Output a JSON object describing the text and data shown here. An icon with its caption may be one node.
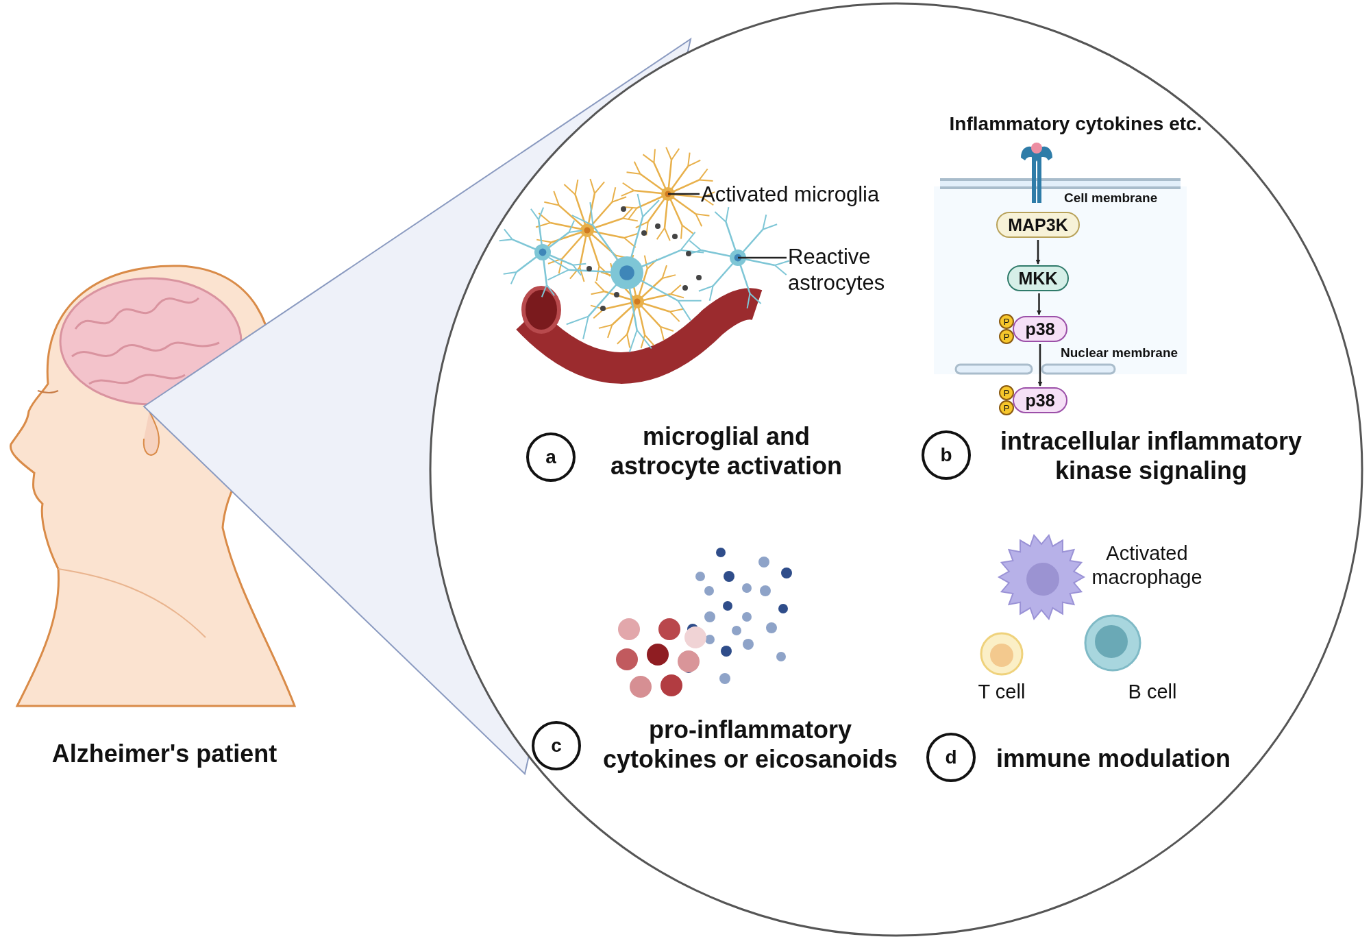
{
  "diagram": {
    "nodes": [
      {
        "text": [
          "Activated microglia"
        ]
      },
      {
        "text": [
          "Reactive astrocytes"
        ]
      },
      {
        "text": [
          "a"
        ]
      },
      {
        "text": [
          "MAP3K"
        ]
      },
      {
        "text": [
          "MKK"
        ]
      },
      {
        "text": [
          "P"
        ]
      },
      {
        "text": [
          "P"
        ]
      },
      {
        "text": [
          "p38"
        ]
      },
      {
        "text": [
          "P"
        ]
      },
      {
        "text": [
          "P"
        ]
      },
      {
        "text": [
          "p38"
        ]
      },
      {
        "text": [
          "b"
        ]
      },
      {
        "text": [
          "c"
        ]
      },
      {
        "text": [
          "d"
        ]
      }
    ],
    "edges": [
      {
        "from": 0,
        "to": null,
        "arrow": "none"
      },
      {
        "from": 1,
        "to": null,
        "arrow": "none"
      },
      {
        "from": 3,
        "to": 4,
        "arrow": "to"
      },
      {
        "from": 4,
        "to": 7,
        "arrow": "to"
      },
      {
        "from": 7,
        "to": 10,
        "arrow": "to"
      }
    ],
    "labels": [
      "Alzheimer's patient",
      "Inflammatory cytokines etc.",
      "Cell membrane",
      "Nuclear membrane",
      "microglial and astrocyte activation",
      "intracellular inflammatory kinase signaling",
      "Activated macrophage",
      "T cell",
      "B cell",
      "pro-inflammatory cytokines or eicosanoids",
      "immune modulation"
    ]
  }
}
